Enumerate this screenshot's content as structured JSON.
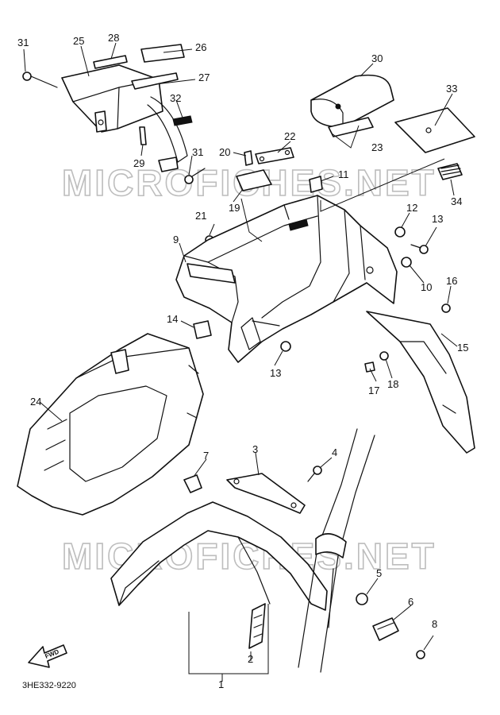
{
  "diagram": {
    "watermark": "MICROFICHES.NET",
    "drawing_code": "3HE332-9220",
    "direction_arrow": "FWD",
    "callouts": [
      "1",
      "2",
      "3",
      "4",
      "5",
      "6",
      "7",
      "8",
      "9",
      "10",
      "11",
      "12",
      "13",
      "13",
      "14",
      "15",
      "16",
      "17",
      "18",
      "19",
      "20",
      "21",
      "22",
      "23",
      "24",
      "25",
      "26",
      "27",
      "28",
      "29",
      "30",
      "31",
      "31",
      "32",
      "33",
      "34"
    ]
  }
}
